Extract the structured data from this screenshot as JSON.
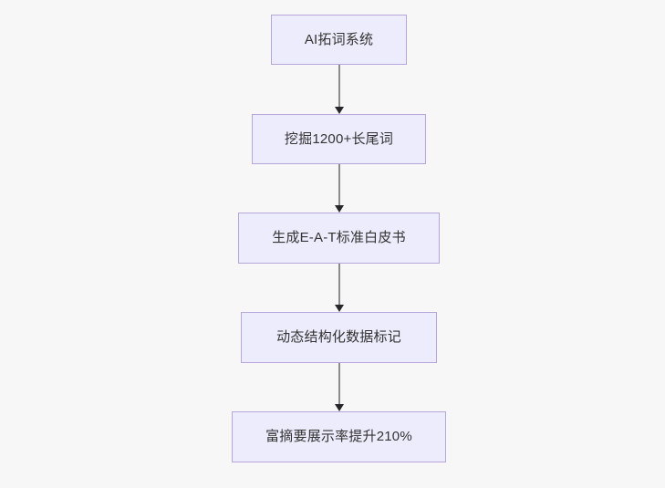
{
  "diagram": {
    "type": "flowchart",
    "orientation": "top-to-bottom",
    "background_color": "#f7f7f7",
    "node_fill_color": "#ececfc",
    "node_border_color": "#b7a6da",
    "node_text_color": "#333333",
    "connector_line_color": "#8b8b8b",
    "connector_arrow_color": "#26262b",
    "nodes": [
      {
        "id": "n1",
        "label": "AI拓词系统"
      },
      {
        "id": "n2",
        "label": "挖掘1200+长尾词"
      },
      {
        "id": "n3",
        "label": "生成E-A-T标准白皮书"
      },
      {
        "id": "n4",
        "label": "动态结构化数据标记"
      },
      {
        "id": "n5",
        "label": "富摘要展示率提升210%"
      }
    ],
    "edges": [
      {
        "id": "e1",
        "from": "n1",
        "to": "n2",
        "label": ""
      },
      {
        "id": "e2",
        "from": "n2",
        "to": "n3",
        "label": ""
      },
      {
        "id": "e3",
        "from": "n3",
        "to": "n4",
        "label": ""
      },
      {
        "id": "e4",
        "from": "n4",
        "to": "n5",
        "label": ""
      }
    ]
  }
}
